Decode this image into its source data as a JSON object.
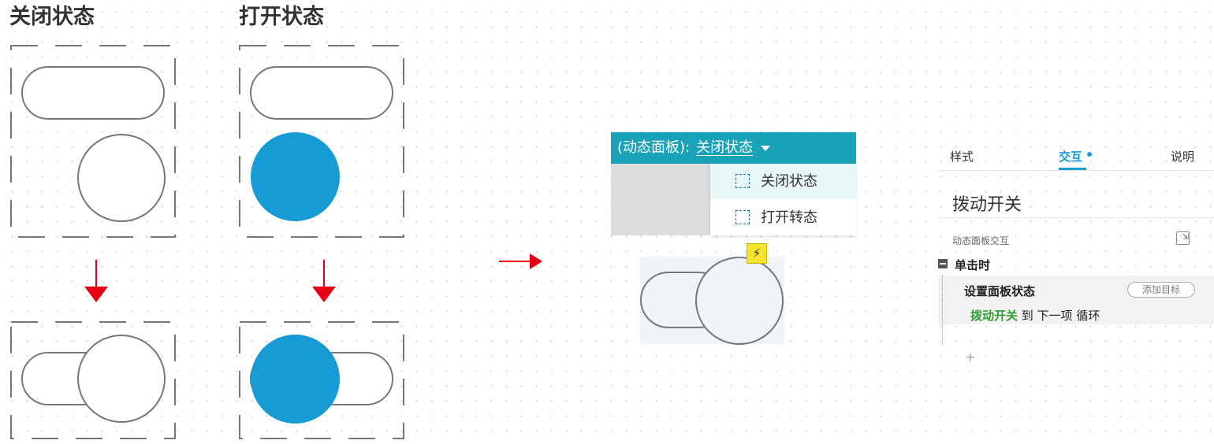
{
  "left": {
    "heading_closed": "关闭状态",
    "heading_open": "打开状态",
    "knob_color": "#169bd5"
  },
  "dropdown": {
    "prefix": "(动态面板):",
    "current_state": "关闭状态",
    "items": [
      {
        "label": "关闭状态",
        "selected": true
      },
      {
        "label": "打开转态",
        "selected": false
      }
    ],
    "bar_color": "#1aa3b8"
  },
  "preview": {
    "bolt_icon": "lightning-icon"
  },
  "panel": {
    "tabs": [
      "样式",
      "交互",
      "说明"
    ],
    "active_tab": "交互",
    "title": "拨动开关",
    "subtitle": "动态面板交互",
    "event": "单击时",
    "action": "设置面板状态",
    "add_target": "添加目标",
    "detail_target": "拨动开关",
    "detail_rest": " 到 下一项 循环",
    "plus": "+"
  }
}
